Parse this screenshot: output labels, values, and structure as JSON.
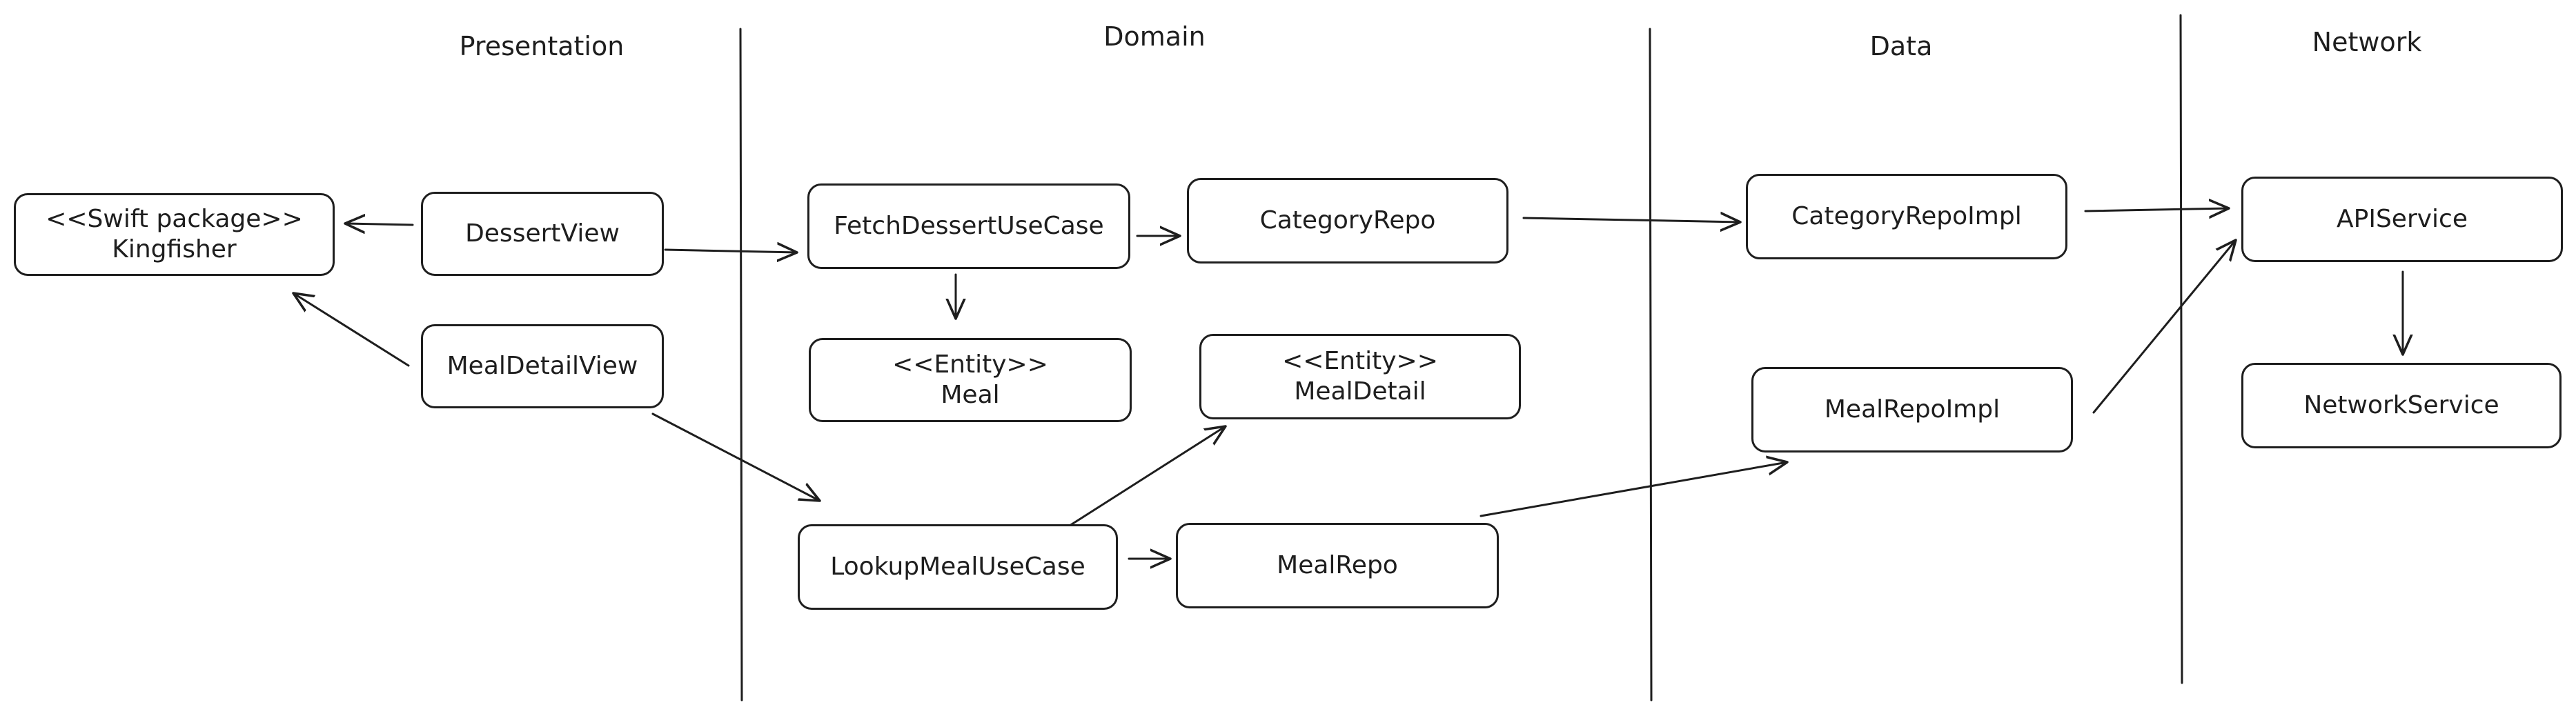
{
  "layers": {
    "presentation": "Presentation",
    "domain": "Domain",
    "data": "Data",
    "network": "Network"
  },
  "nodes": {
    "kingfisher": {
      "line1": "<<Swift package>>",
      "line2": "Kingfisher"
    },
    "dessert_view": {
      "label": "DessertView"
    },
    "meal_detail_view": {
      "label": "MealDetailView"
    },
    "fetch_dessert_use_case": {
      "label": "FetchDessertUseCase"
    },
    "category_repo": {
      "label": "CategoryRepo"
    },
    "meal_entity": {
      "line1": "<<Entity>>",
      "line2": "Meal"
    },
    "meal_detail_entity": {
      "line1": "<<Entity>>",
      "line2": "MealDetail"
    },
    "lookup_meal_use_case": {
      "label": "LookupMealUseCase"
    },
    "meal_repo": {
      "label": "MealRepo"
    },
    "category_repo_impl": {
      "label": "CategoryRepoImpl"
    },
    "meal_repo_impl": {
      "label": "MealRepoImpl"
    },
    "api_service": {
      "label": "APIService"
    },
    "network_service": {
      "label": "NetworkService"
    }
  },
  "style": {
    "stroke": "#1e1e1e",
    "background": "#ffffff"
  }
}
